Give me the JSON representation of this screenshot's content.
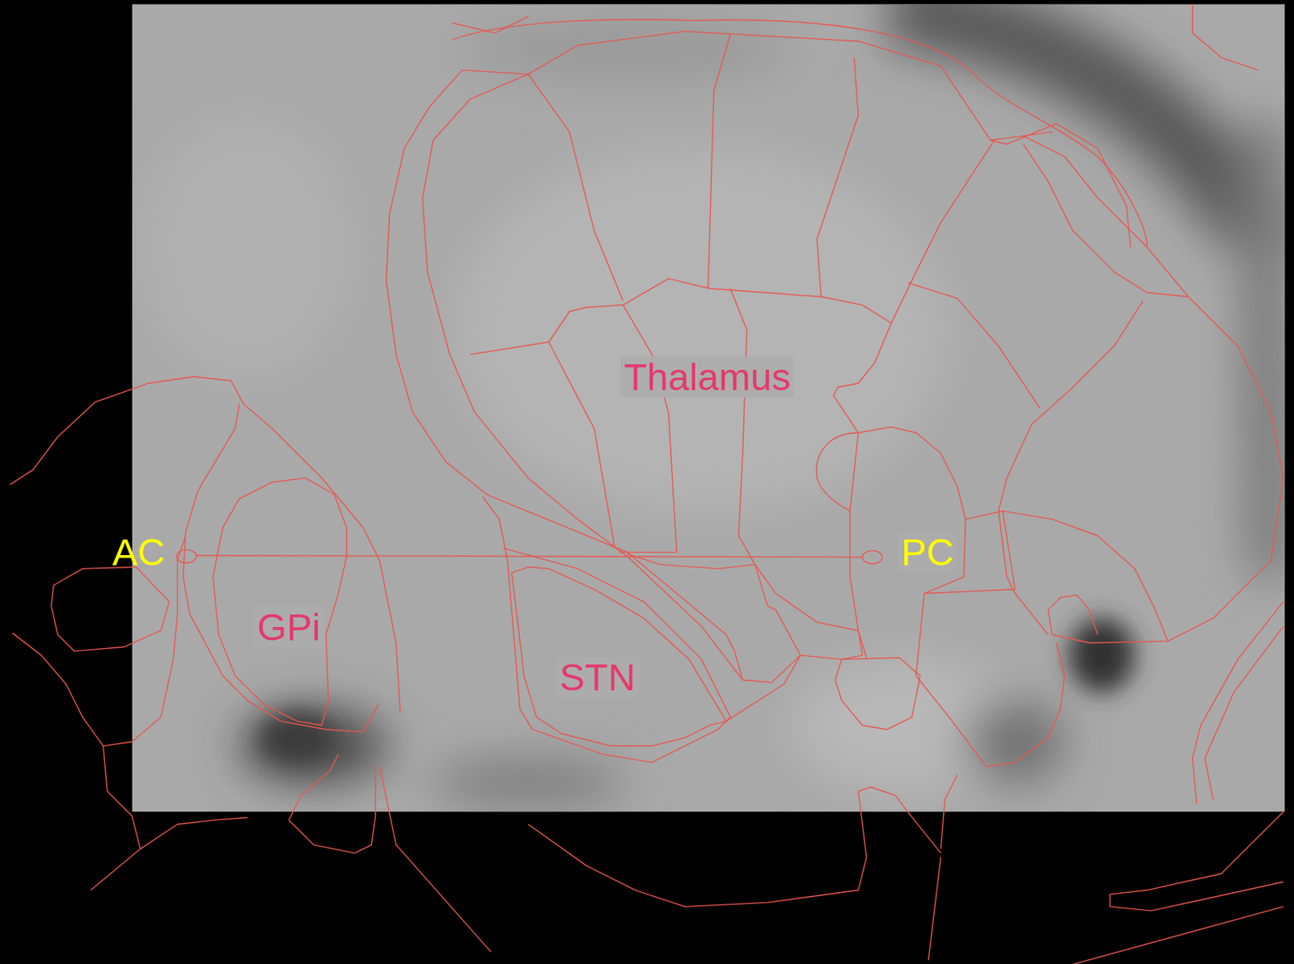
{
  "diagram": {
    "labels": [
      "Thalamus",
      "GPi",
      "STN",
      "AC",
      "PC"
    ]
  }
}
